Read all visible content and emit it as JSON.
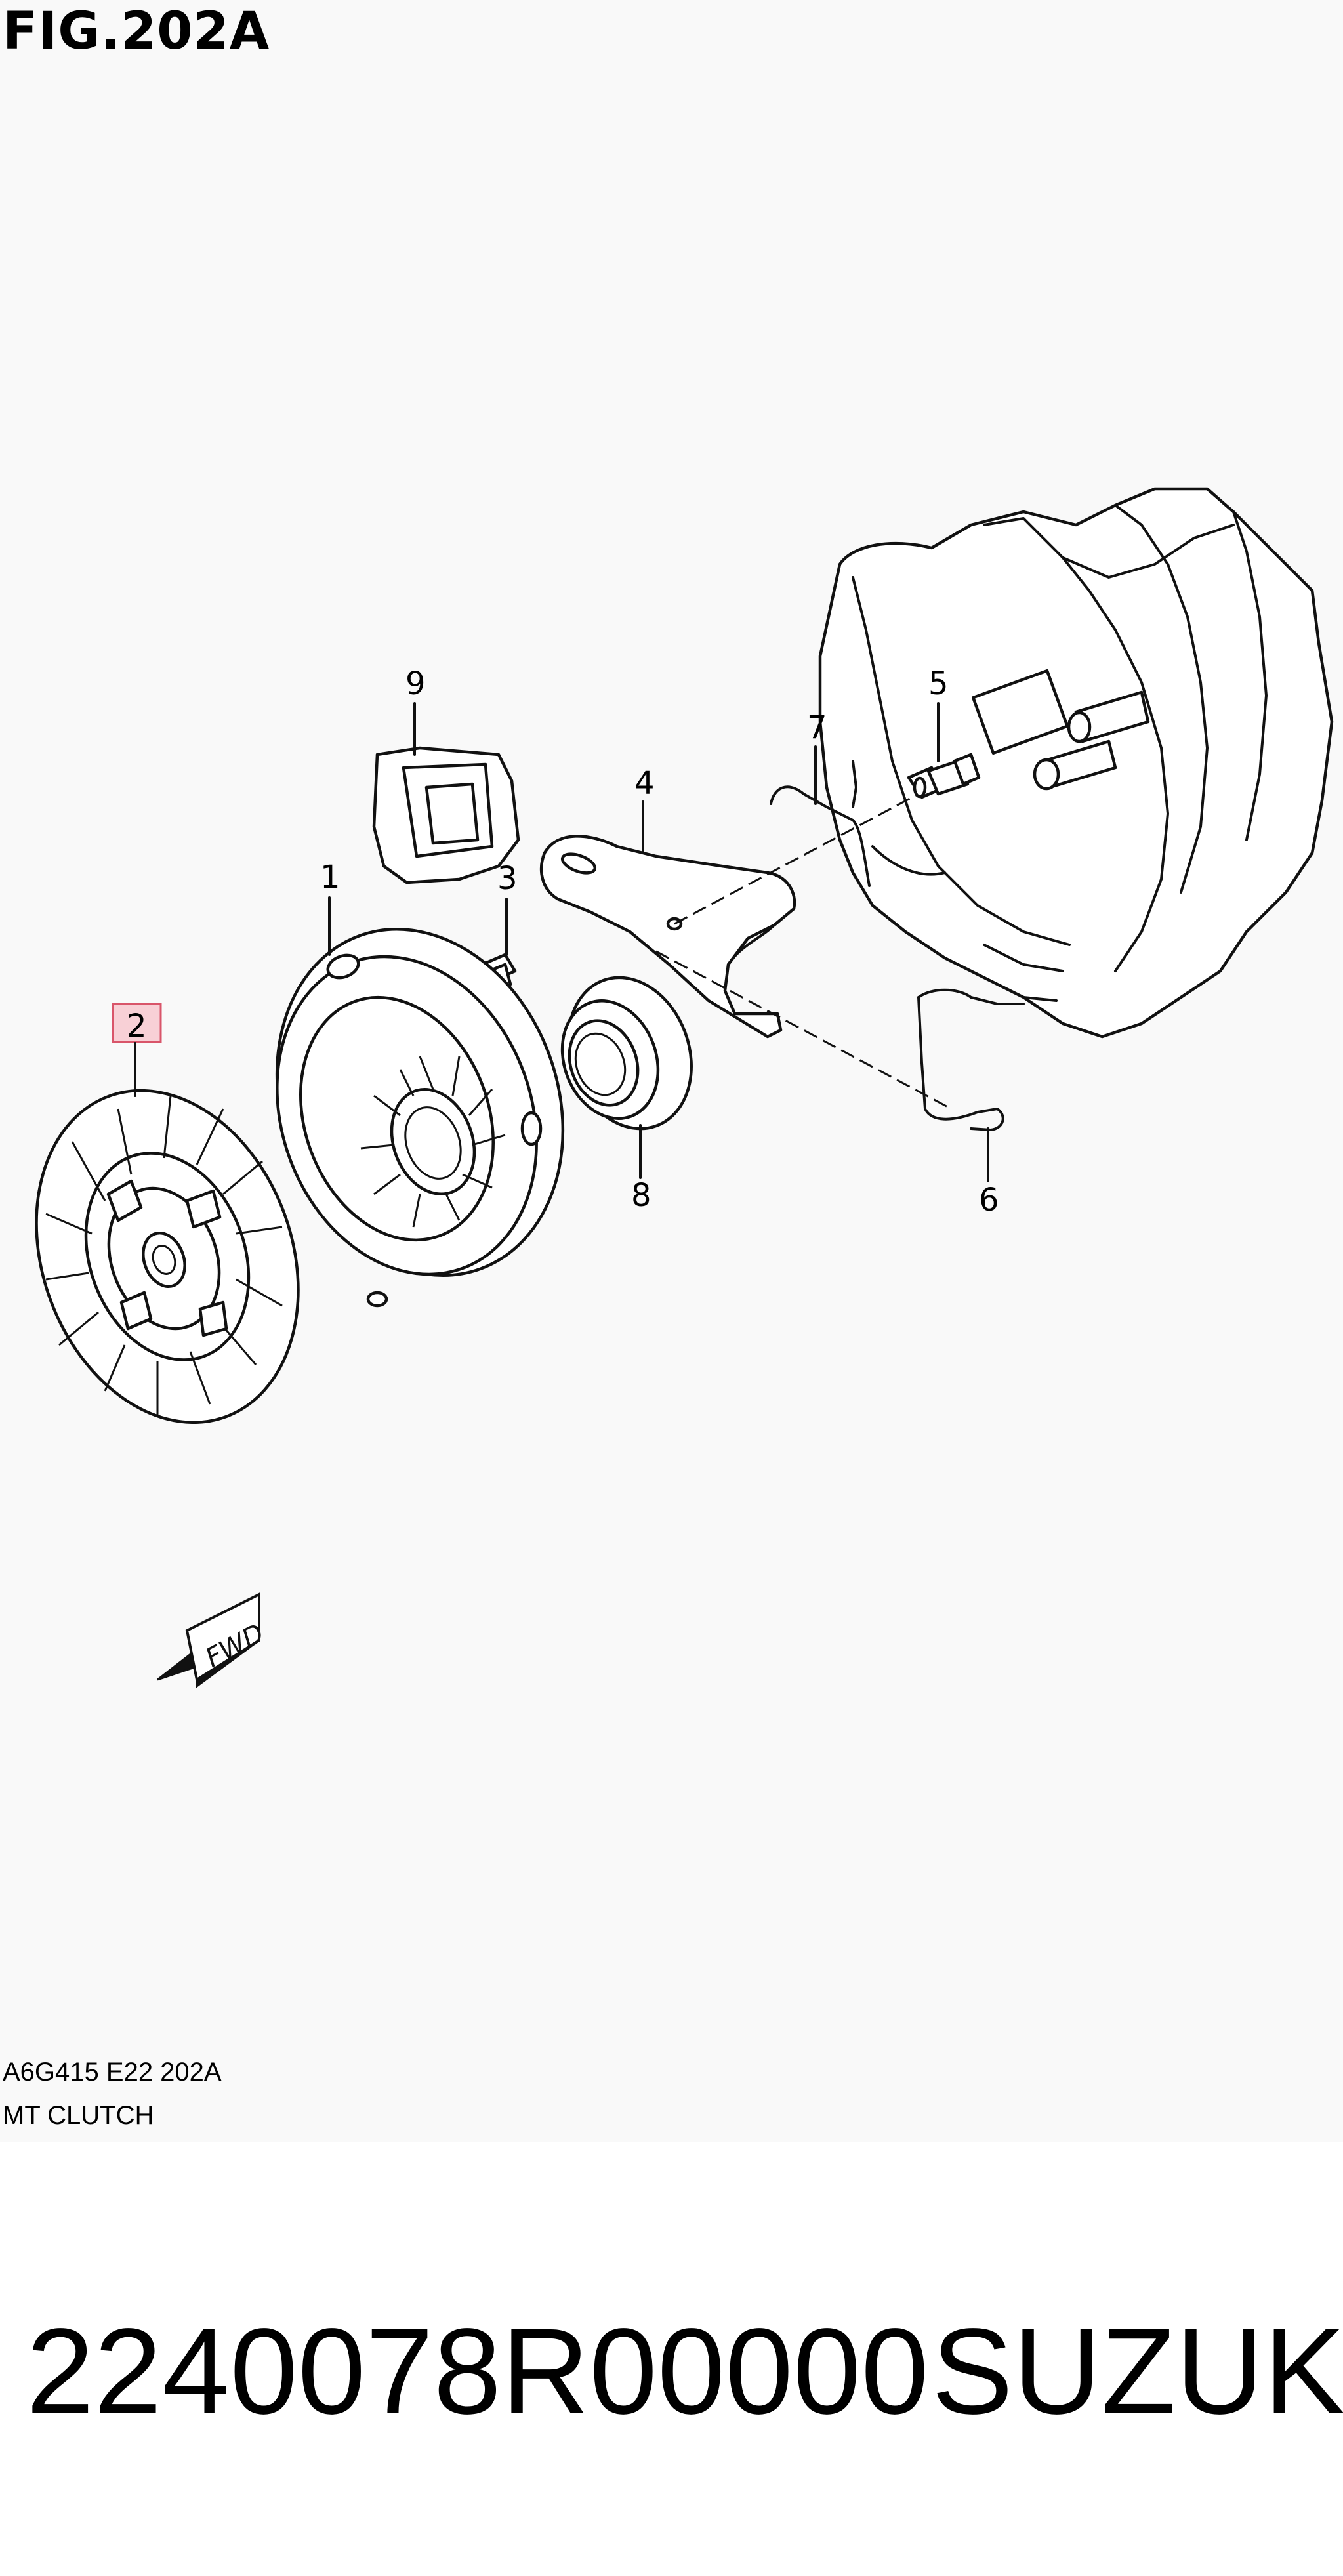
{
  "figure": {
    "title": "FIG.202A",
    "caption_code": "A6G415 E22 202A",
    "caption_name": "MT CLUTCH"
  },
  "callouts": [
    {
      "id": "1",
      "label": "1"
    },
    {
      "id": "2",
      "label": "2",
      "highlighted": true
    },
    {
      "id": "3",
      "label": "3"
    },
    {
      "id": "4",
      "label": "4"
    },
    {
      "id": "5",
      "label": "5"
    },
    {
      "id": "6",
      "label": "6"
    },
    {
      "id": "7",
      "label": "7"
    },
    {
      "id": "8",
      "label": "8"
    },
    {
      "id": "9",
      "label": "9"
    }
  ],
  "direction_arrow": {
    "label": "FWD"
  },
  "footer": {
    "part_number": "2240078R00000",
    "brand": "SUZUKI"
  },
  "colors": {
    "panel_background": "#f9f9f9",
    "highlight_fill": "#f8d0d6",
    "highlight_border": "#d9556a",
    "line": "#111111"
  }
}
